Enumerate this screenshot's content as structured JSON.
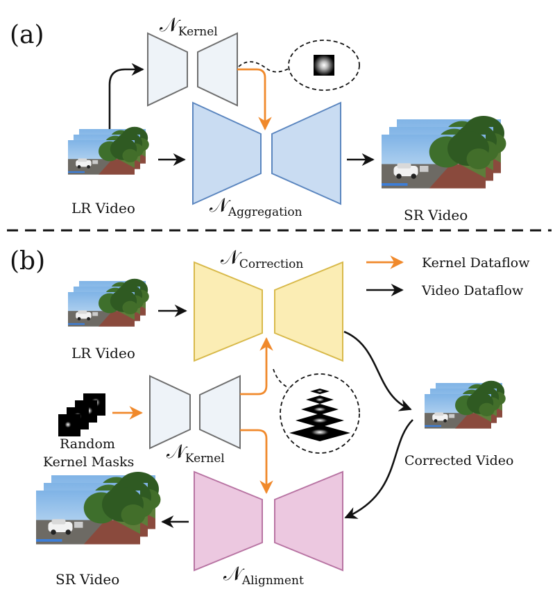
{
  "panel_a": {
    "tag": "(a)",
    "kernel_net": {
      "symbol": "𝒩",
      "subscript": "Kernel"
    },
    "aggregation_net": {
      "symbol": "𝒩",
      "subscript": "Aggregation"
    },
    "input_label": "LR  Video",
    "output_label": "SR  Video"
  },
  "panel_b": {
    "tag": "(b)",
    "correction_net": {
      "symbol": "𝒩",
      "subscript": "Correction"
    },
    "kernel_net": {
      "symbol": "𝒩",
      "subscript": "Kernel"
    },
    "alignment_net": {
      "symbol": "𝒩",
      "subscript": "Alignment"
    },
    "input_label": "LR  Video",
    "masks_label_line1": "Random",
    "masks_label_line2": "Kernel  Masks",
    "corrected_label": "Corrected  Video",
    "output_label": "SR  Video"
  },
  "legend": {
    "kernel": {
      "label": "Kernel  Dataflow",
      "color": "#f0892b"
    },
    "video": {
      "label": "Video  Dataflow",
      "color": "#111111"
    }
  },
  "colors": {
    "kernel_net_fill": "#eef3f8",
    "kernel_net_stroke": "#6e6e6e",
    "aggregation_fill": "#c9dcf2",
    "aggregation_stroke": "#5b86bf",
    "correction_fill": "#fbedb4",
    "correction_stroke": "#d8b94a",
    "alignment_fill": "#ecc8e0",
    "alignment_stroke": "#b874a3"
  }
}
